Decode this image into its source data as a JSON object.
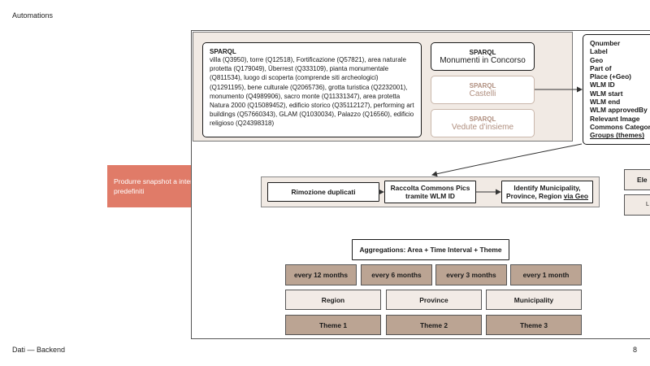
{
  "header": {
    "title": "Automations"
  },
  "footer": {
    "left": "Dati — Backend",
    "page_number": "8"
  },
  "colors": {
    "accent": "#e07b68",
    "beige": "#f1eae4",
    "brown": "#bba493",
    "faded_text": "#b08f7f"
  },
  "left_box": {
    "text": "Produrre snapshot a intervalli predefiniti"
  },
  "sparql_main": {
    "title": "SPARQL",
    "text": "villa (Q3950), torre (Q12518), Fortificazione (Q57821), area naturale protetta (Q179049), Überrest (Q333109), pianta monumentale (Q811534), luogo di scoperta (comprende siti archeologici) (Q1291195), bene culturale (Q2065736), grotta turistica (Q2232001), monumento (Q4989906), sacro monte (Q11331347), area protetta Natura 2000 (Q15089452), edificio storico (Q35112127), performing art buildings (Q57660343), GLAM (Q1030034), Palazzo (Q16560), edificio religioso (Q24398318)"
  },
  "sparql_boxes": [
    {
      "label": "SPARQL",
      "name": "Monumenti in Concorso"
    },
    {
      "label": "SPARQL",
      "name": "Castelli"
    },
    {
      "label": "SPARQL",
      "name": "Vedute d’insieme"
    }
  ],
  "fields": {
    "items": [
      "Qnumber",
      "Label",
      "Geo",
      "Part of",
      "Place (+Geo)",
      "WLM ID",
      "WLM start",
      "WLM end",
      "WLM approvedBy",
      "Relevant Image",
      "Commons Category"
    ],
    "last": "Groups (themes)"
  },
  "pipeline": {
    "step1": "Rimozione duplicati",
    "step2_line1": "Raccolta Commons Pics",
    "step2_line2": "tramite WLM ID",
    "step3_line1": "Identify Municipality,",
    "step3_line2_prefix": "Province, Region",
    "step3_link": "via Geo"
  },
  "aggregations": {
    "title": "Aggregations: Area + Time Interval + Theme",
    "intervals": [
      "every 12 months",
      "every 6 months",
      "every 3 months",
      "every 1 month"
    ],
    "areas": [
      "Region",
      "Province",
      "Municipality"
    ],
    "themes": [
      "Theme 1",
      "Theme 2",
      "Theme 3"
    ]
  },
  "right_partial": {
    "top": "Ele",
    "bottom": "L"
  }
}
